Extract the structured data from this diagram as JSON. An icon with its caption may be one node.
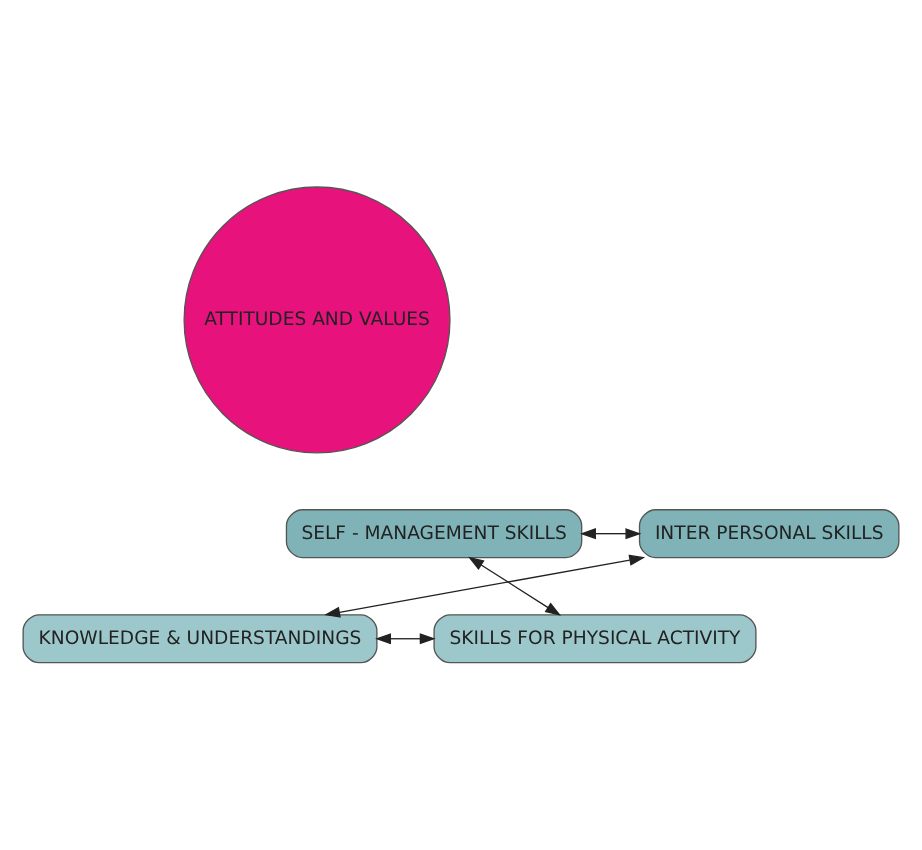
{
  "diagram": {
    "nodes": [
      {
        "text": [
          "ATTITUDES AND VALUES"
        ]
      },
      {
        "text": [
          "KNOWLEDGE & UNDERSTANDINGS"
        ]
      },
      {
        "text": [
          "SKILLS FOR PHYSICAL ACTIVITY"
        ]
      },
      {
        "text": [
          "SELF - MANAGEMENT SKILLS"
        ]
      },
      {
        "text": [
          "INTER PERSONAL SKILLS"
        ]
      }
    ],
    "edges": [
      {
        "from": 1,
        "to": 2,
        "arrow": "both"
      },
      {
        "from": 2,
        "to": 3,
        "arrow": "both"
      },
      {
        "from": 3,
        "to": 4,
        "arrow": "both"
      },
      {
        "from": 4,
        "to": 1,
        "arrow": "both"
      }
    ]
  }
}
